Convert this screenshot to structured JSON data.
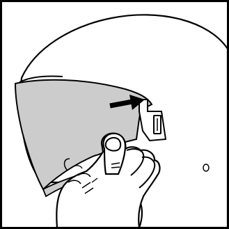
{
  "figure": {
    "subject": "helmet-visor-removal-illustration",
    "elements": {
      "helmet_shell": "helmet-shell",
      "visor": "visor-shield",
      "direction_arrow": "arrow-right-icon",
      "pivot_slot": "pivot-slot",
      "hand": "hand",
      "screw_hole": "screw-hole"
    }
  },
  "colors": {
    "line": "#000000",
    "visor_fill": "#cccccc",
    "background": "#ffffff",
    "hand_fill": "#ffffff"
  }
}
